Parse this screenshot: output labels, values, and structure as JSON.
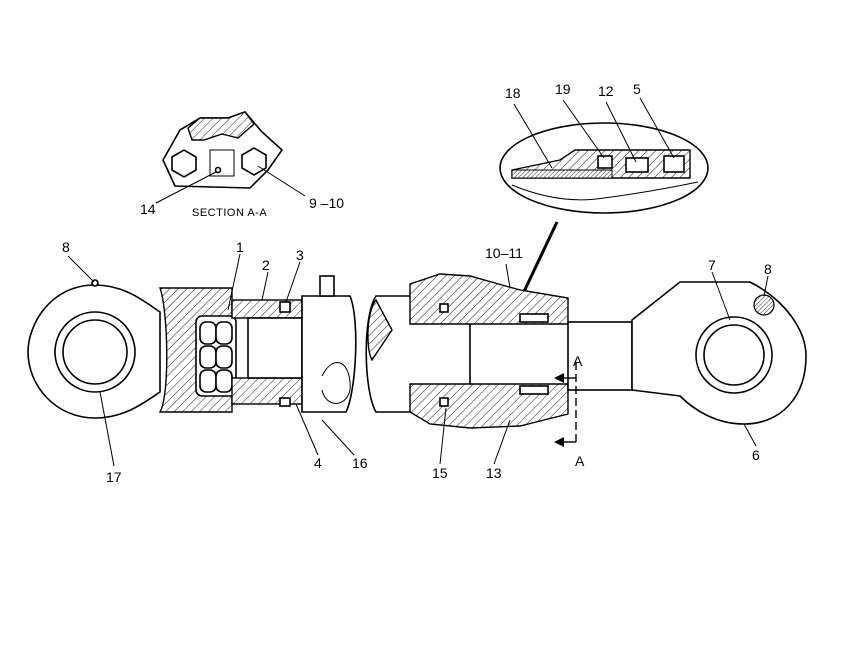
{
  "section_title": "SECTION A-A",
  "section_marker": "A",
  "callouts": {
    "c1": "1",
    "c2": "2",
    "c3": "3",
    "c4": "4",
    "c5": "5",
    "c6": "6",
    "c7": "7",
    "c8_left": "8",
    "c8_right": "8",
    "c9_10": "9 –10",
    "c10_11": "10–11",
    "c12": "12",
    "c13": "13",
    "c14": "14",
    "c15": "15",
    "c16": "16",
    "c17": "17",
    "c18": "18",
    "c19": "19"
  }
}
